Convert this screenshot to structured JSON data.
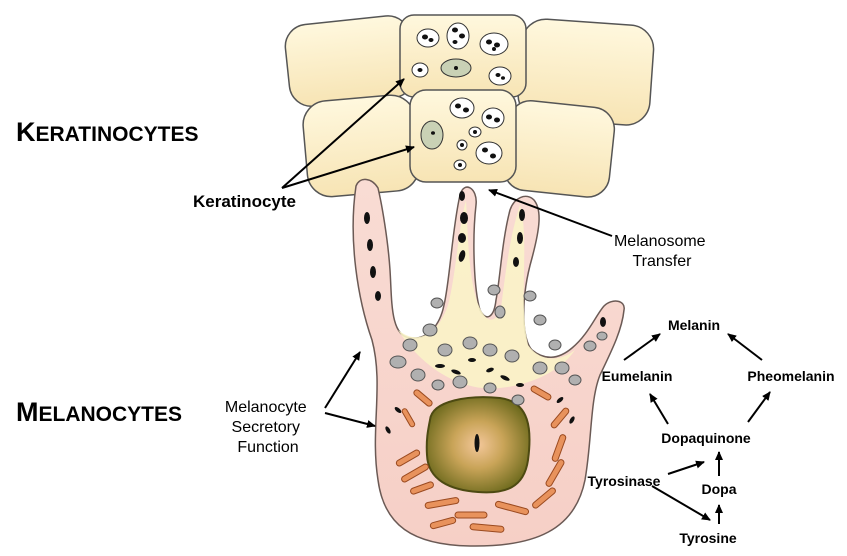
{
  "headings": {
    "keratinocytes": {
      "first": "K",
      "rest": "ERATINOCYTES"
    },
    "melanocytes": {
      "first": "M",
      "rest": "ELANOCYTES"
    }
  },
  "labels": {
    "keratinocyte": "Keratinocyte",
    "melanosome_transfer": [
      "Melanosome",
      "Transfer"
    ],
    "secretory_function": [
      "Melanocyte",
      "Secretory",
      "Function"
    ]
  },
  "pathway": {
    "melanin": "Melanin",
    "eumelanin": "Eumelanin",
    "pheomelanin": "Pheomelanin",
    "dopaquinone": "Dopaquinone",
    "tyrosinase": "Tyrosinase",
    "dopa": "Dopa",
    "tyrosine": "Tyrosine"
  },
  "colors": {
    "keratinocyte_fill": "#FBEFC8",
    "melanocyte_fill": "#F9DCD6",
    "cytoplasm_yellow": "#FAF3C8",
    "nucleus": "#8E8A2C",
    "organelle_orange": "#E8925C",
    "melanosome_gray": "#B0B0B0"
  }
}
